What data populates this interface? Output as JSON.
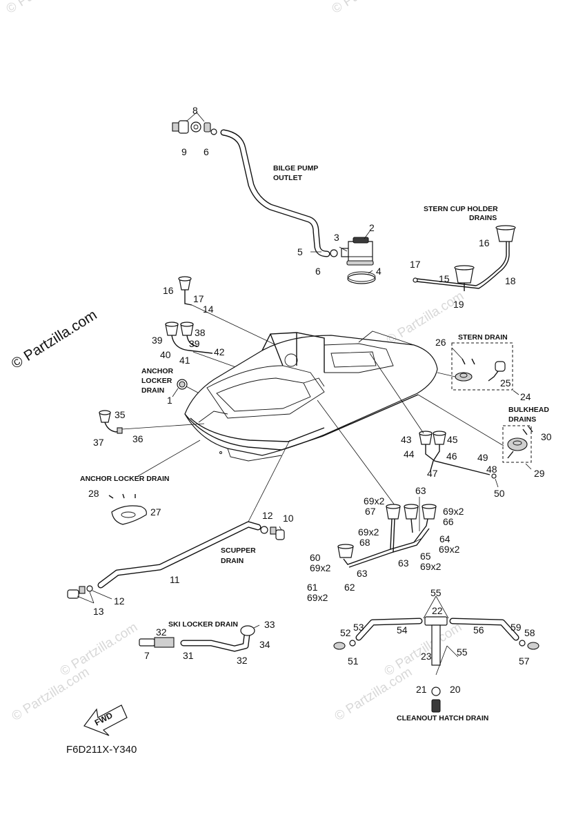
{
  "watermarks": {
    "main": "© Partzilla.com",
    "small": "© Partzilla.com",
    "partial": "© Pa"
  },
  "figure_code": "F6D211X-Y340",
  "fwd_label": "FWD",
  "sections": {
    "bilge_pump_outlet": [
      "BILGE PUMP",
      "OUTLET"
    ],
    "stern_cup_holder_drains": [
      "STERN CUP HOLDER",
      "DRAINS"
    ],
    "stern_drain": "STERN DRAIN",
    "anchor_locker_drain_side": [
      "ANCHOR",
      "LOCKER",
      "DRAIN"
    ],
    "bulkhead_drains": [
      "BULKHEAD",
      "DRAINS"
    ],
    "anchor_locker_drain": "ANCHOR LOCKER DRAIN",
    "scupper_drain": [
      "SCUPPER",
      "DRAIN"
    ],
    "ski_locker_drain": "SKI LOCKER DRAIN",
    "cleanout_hatch_drain": "CLEANOUT HATCH DRAIN"
  },
  "callouts": {
    "c8": "8",
    "c9": "9",
    "c6a": "6",
    "c2": "2",
    "c3": "3",
    "c5": "5",
    "c6b": "6",
    "c4": "4",
    "c16a": "16",
    "c17a": "17",
    "c18": "18",
    "c15": "15",
    "c19": "19",
    "c16b": "16",
    "c17b": "17",
    "c14": "14",
    "c38": "38",
    "c39a": "39",
    "c39b": "39",
    "c40": "40",
    "c41": "41",
    "c42": "42",
    "c1": "1",
    "c26": "26",
    "c25": "25",
    "c24": "24",
    "c35": "35",
    "c37": "37",
    "c36": "36",
    "c30": "30",
    "c29": "29",
    "c43": "43",
    "c45": "45",
    "c44": "44",
    "c46": "46",
    "c47": "47",
    "c49": "49",
    "c48": "48",
    "c50": "50",
    "c28": "28",
    "c27": "27",
    "c12a": "12",
    "c10": "10",
    "c11": "11",
    "c12b": "12",
    "c13": "13",
    "c69x2a": "69x2",
    "c67": "67",
    "c63a": "63",
    "c69x2b": "69x2",
    "c66": "66",
    "c69x2c": "69x2",
    "c64": "64",
    "c69x2d": "69x2",
    "c68": "68",
    "c60": "60",
    "c69x2e": "69x2",
    "c63b": "63",
    "c65": "65",
    "c63c": "63",
    "c69x2f": "69x2",
    "c61": "61",
    "c69x2g": "69x2",
    "c62": "62",
    "c33": "33",
    "c32a": "32",
    "c34": "34",
    "c7": "7",
    "c31": "31",
    "c32b": "32",
    "c55a": "55",
    "c22": "22",
    "c53": "53",
    "c52": "52",
    "c54": "54",
    "c56": "56",
    "c59": "59",
    "c58": "58",
    "c51": "51",
    "c57": "57",
    "c23": "23",
    "c55b": "55",
    "c21": "21",
    "c20": "20"
  }
}
